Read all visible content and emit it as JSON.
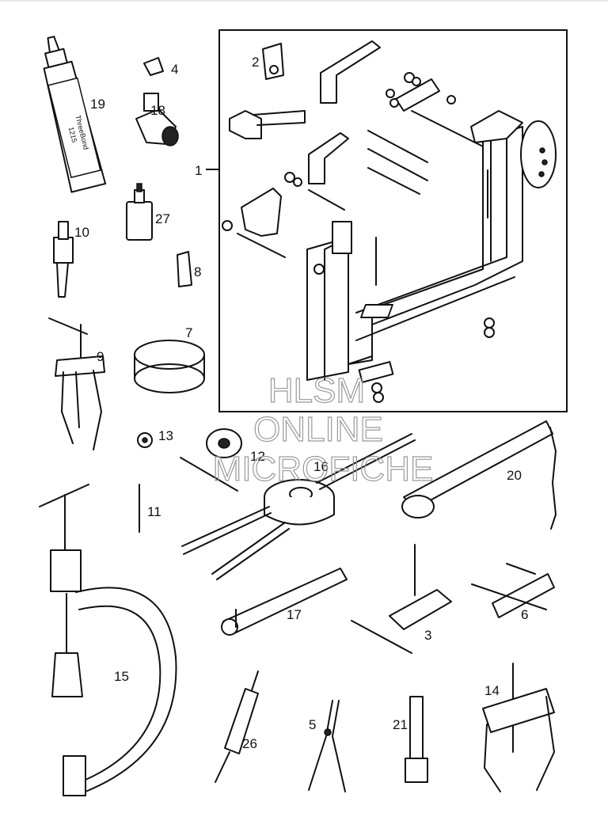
{
  "parts": [
    {
      "id": "p1",
      "label": "1"
    },
    {
      "id": "p2",
      "label": "2"
    },
    {
      "id": "p3",
      "label": "3"
    },
    {
      "id": "p4",
      "label": "4"
    },
    {
      "id": "p5",
      "label": "5"
    },
    {
      "id": "p6",
      "label": "6"
    },
    {
      "id": "p7",
      "label": "7"
    },
    {
      "id": "p8",
      "label": "8"
    },
    {
      "id": "p9",
      "label": "9"
    },
    {
      "id": "p10",
      "label": "10"
    },
    {
      "id": "p11",
      "label": "11"
    },
    {
      "id": "p12",
      "label": "12"
    },
    {
      "id": "p13",
      "label": "13"
    },
    {
      "id": "p14",
      "label": "14"
    },
    {
      "id": "p15",
      "label": "15"
    },
    {
      "id": "p16",
      "label": "16"
    },
    {
      "id": "p17",
      "label": "17"
    },
    {
      "id": "p18",
      "label": "18"
    },
    {
      "id": "p19",
      "label": "19"
    },
    {
      "id": "p20",
      "label": "20"
    },
    {
      "id": "p21",
      "label": "21"
    },
    {
      "id": "p26",
      "label": "26"
    },
    {
      "id": "p27",
      "label": "27"
    }
  ],
  "watermark": {
    "line1": "HLSM",
    "line2": "ONLINE",
    "line3": "MICROFICHE"
  },
  "tube_text": {
    "brand": "ThreeBond",
    "number": "1215"
  }
}
